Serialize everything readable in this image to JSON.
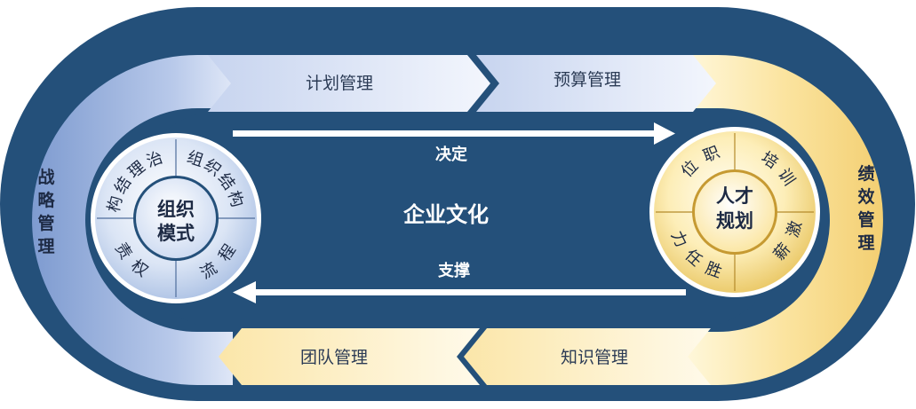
{
  "center": {
    "title": "企业文化",
    "top_arrow_label": "决定",
    "bottom_arrow_label": "支撑"
  },
  "left_band": {
    "label": "战略管理"
  },
  "right_band": {
    "label": "绩效管理"
  },
  "top_arrows": [
    {
      "label": "计划管理"
    },
    {
      "label": "预算管理"
    }
  ],
  "bottom_arrows": [
    {
      "label": "团队管理"
    },
    {
      "label": "知识管理"
    }
  ],
  "left_wheel": {
    "center_line1": "组织",
    "center_line2": "模式",
    "segments": [
      "治理结构",
      "组织结构",
      "流程",
      "权责"
    ]
  },
  "right_wheel": {
    "center_line1": "人才",
    "center_line2": "规划",
    "segments": [
      "职位",
      "培训",
      "薪激",
      "胜任力"
    ]
  },
  "colors": {
    "navy": "#24507a",
    "navy_dark": "#1d3f63",
    "blue_light": "#c9d7ee",
    "blue_mid": "#8fa8d6",
    "gold_light": "#fff3c6",
    "gold_mid": "#e9c564",
    "gold_ring": "#c69a32"
  }
}
